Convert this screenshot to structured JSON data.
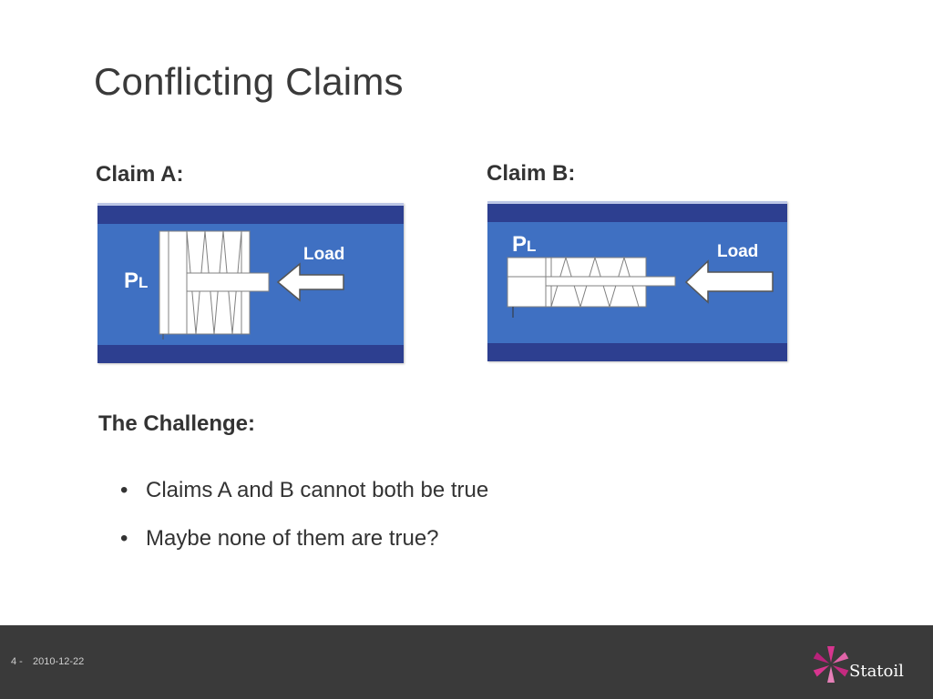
{
  "slide": {
    "title": "Conflicting Claims"
  },
  "claim_a": {
    "heading": "Claim A:",
    "pl_main": "P",
    "pl_sub": "L",
    "load": "Load"
  },
  "claim_b": {
    "heading": "Claim B:",
    "pl_main": "P",
    "pl_sub": "L",
    "load": "Load"
  },
  "challenge": {
    "heading": "The Challenge:",
    "bullets": [
      "Claims A and B cannot both be true",
      "Maybe none of them are true?"
    ],
    "bullet_glyph": "•"
  },
  "footer": {
    "page": "4 -",
    "date": "2010-12-22",
    "brand": "Statoil"
  },
  "colors": {
    "panel_blue": "#3f70c2",
    "panel_band": "#2d3f90",
    "footer_bg": "#3a3a3a",
    "logo_magenta": "#d7358f"
  }
}
